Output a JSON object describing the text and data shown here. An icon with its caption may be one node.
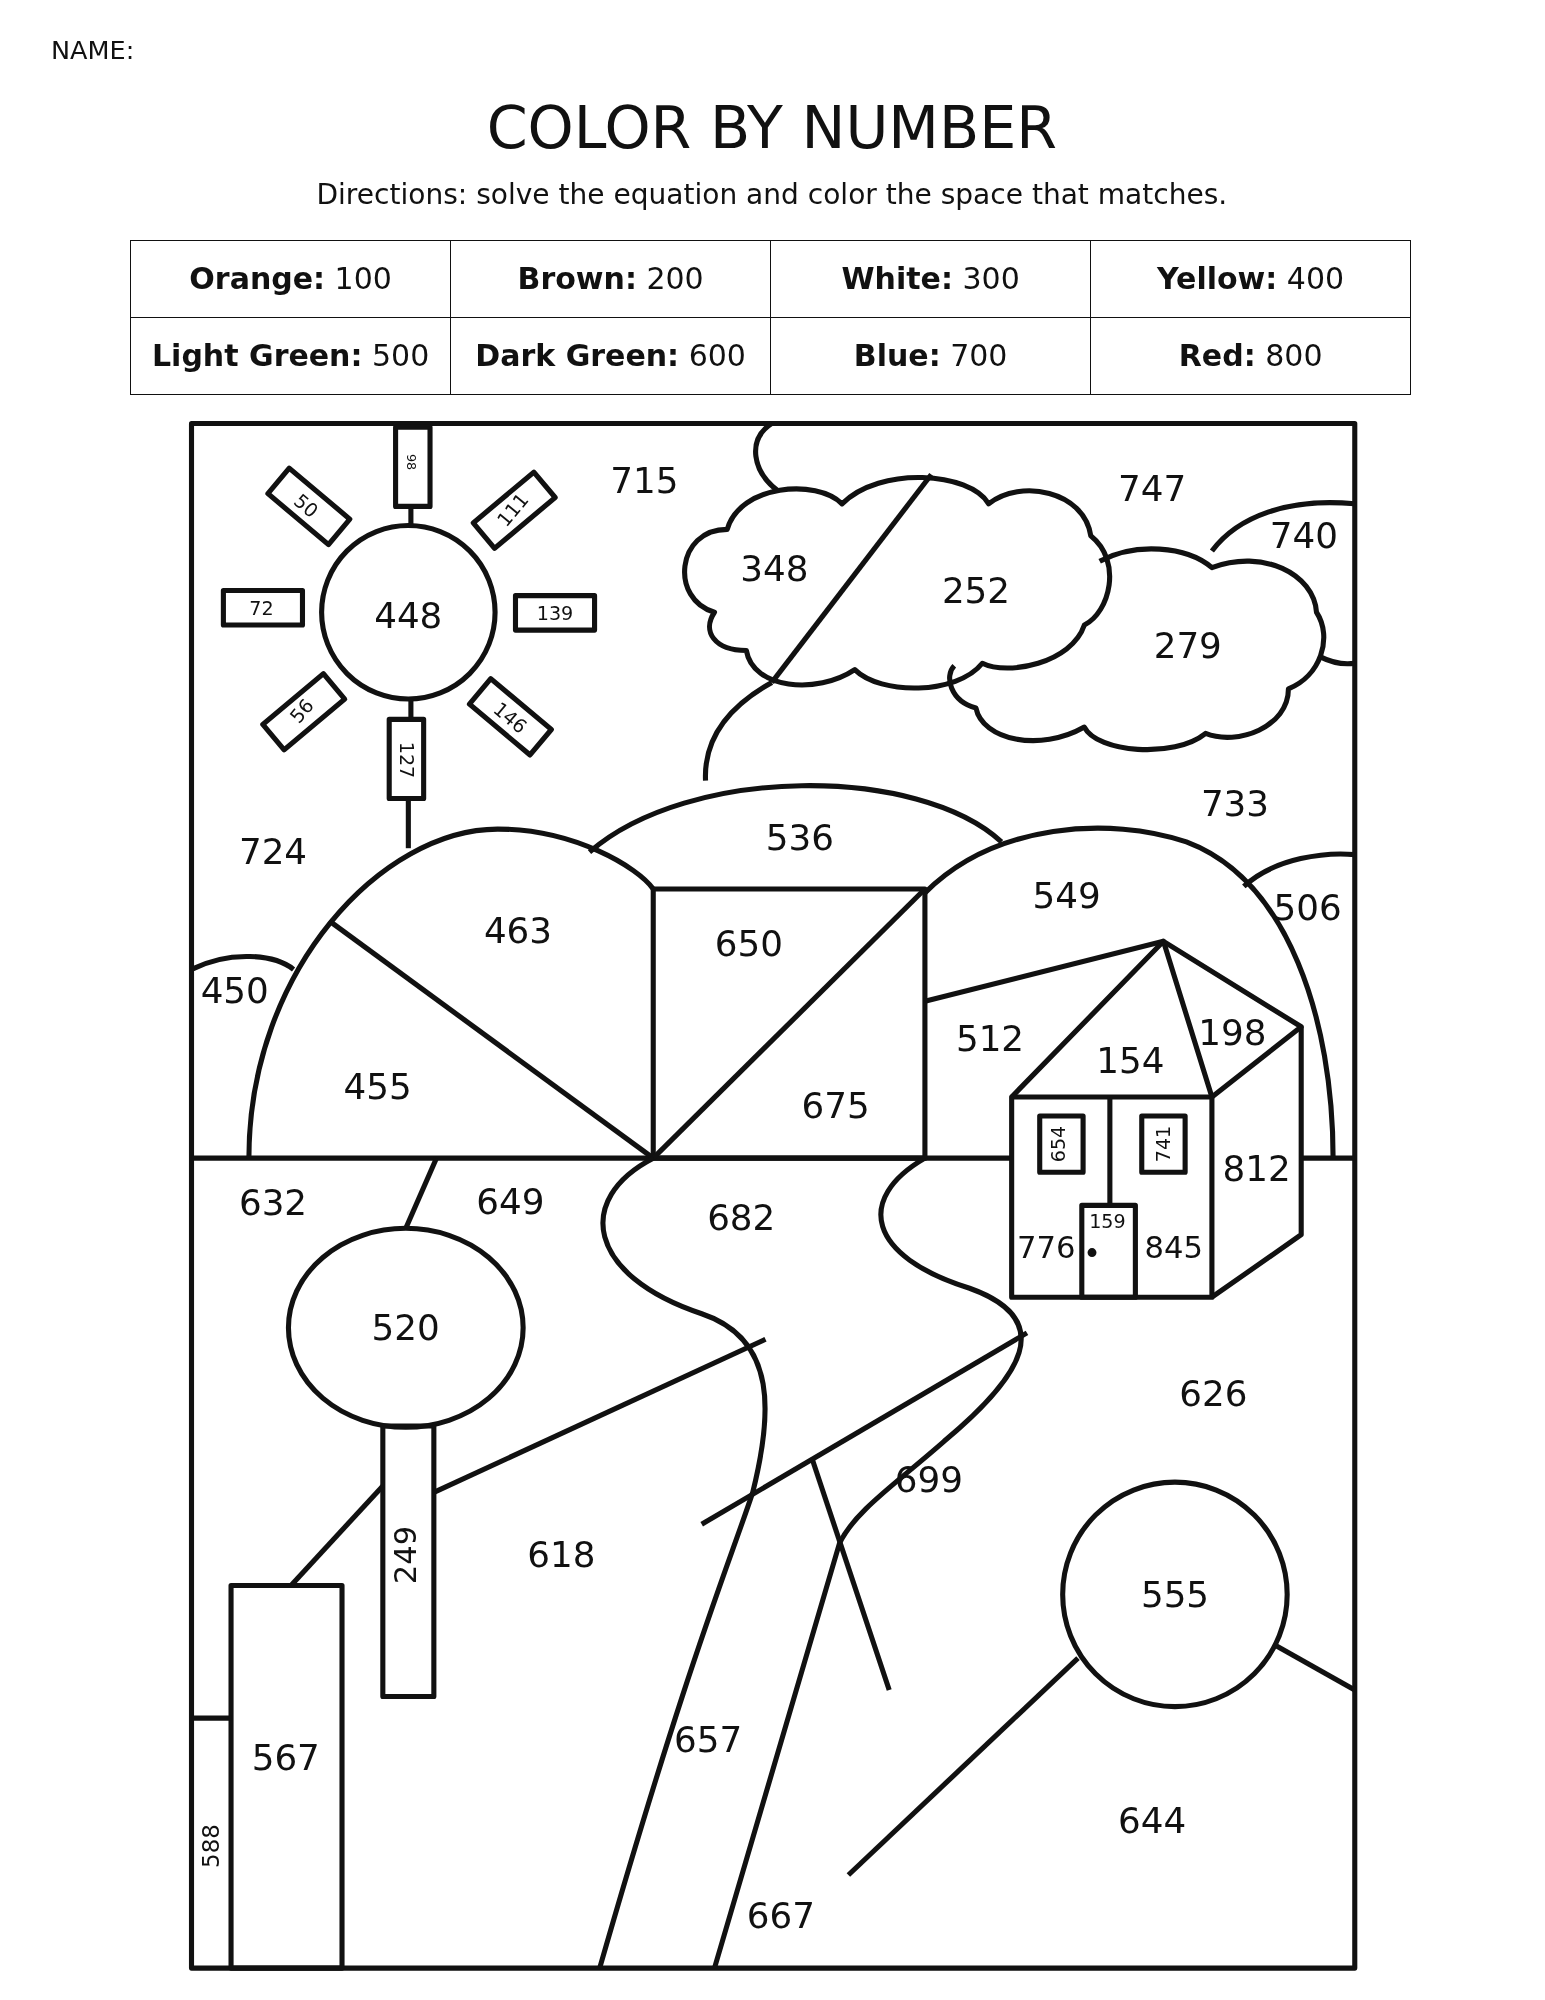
{
  "diagram": {
    "title": "COLOR BY NUMBER",
    "labels": [
      "NAME:",
      "Directions: solve the equation and color the space that matches.",
      "**Orange:** 100",
      "**Brown:** 200",
      "**White:** 300",
      "**Yellow:** 400",
      "**Light Green:** 500",
      "**Dark Green:** 600",
      "**Blue:** 700",
      "**Red:** 800",
      "98",
      "715",
      "747",
      "50",
      "111",
      "740",
      "348",
      "252",
      "72",
      "448",
      "139",
      "279",
      "56",
      "146",
      "127",
      "733",
      "536",
      "724",
      "549",
      "506",
      "463",
      "650",
      "450",
      "512",
      "154",
      "198",
      "455",
      "675",
      "654",
      "741",
      "812",
      "632",
      "649",
      "682",
      "159",
      "776",
      "845",
      "520",
      "626",
      "699",
      "618",
      "249",
      "555",
      "657",
      "567",
      "644",
      "588",
      "667"
    ]
  }
}
